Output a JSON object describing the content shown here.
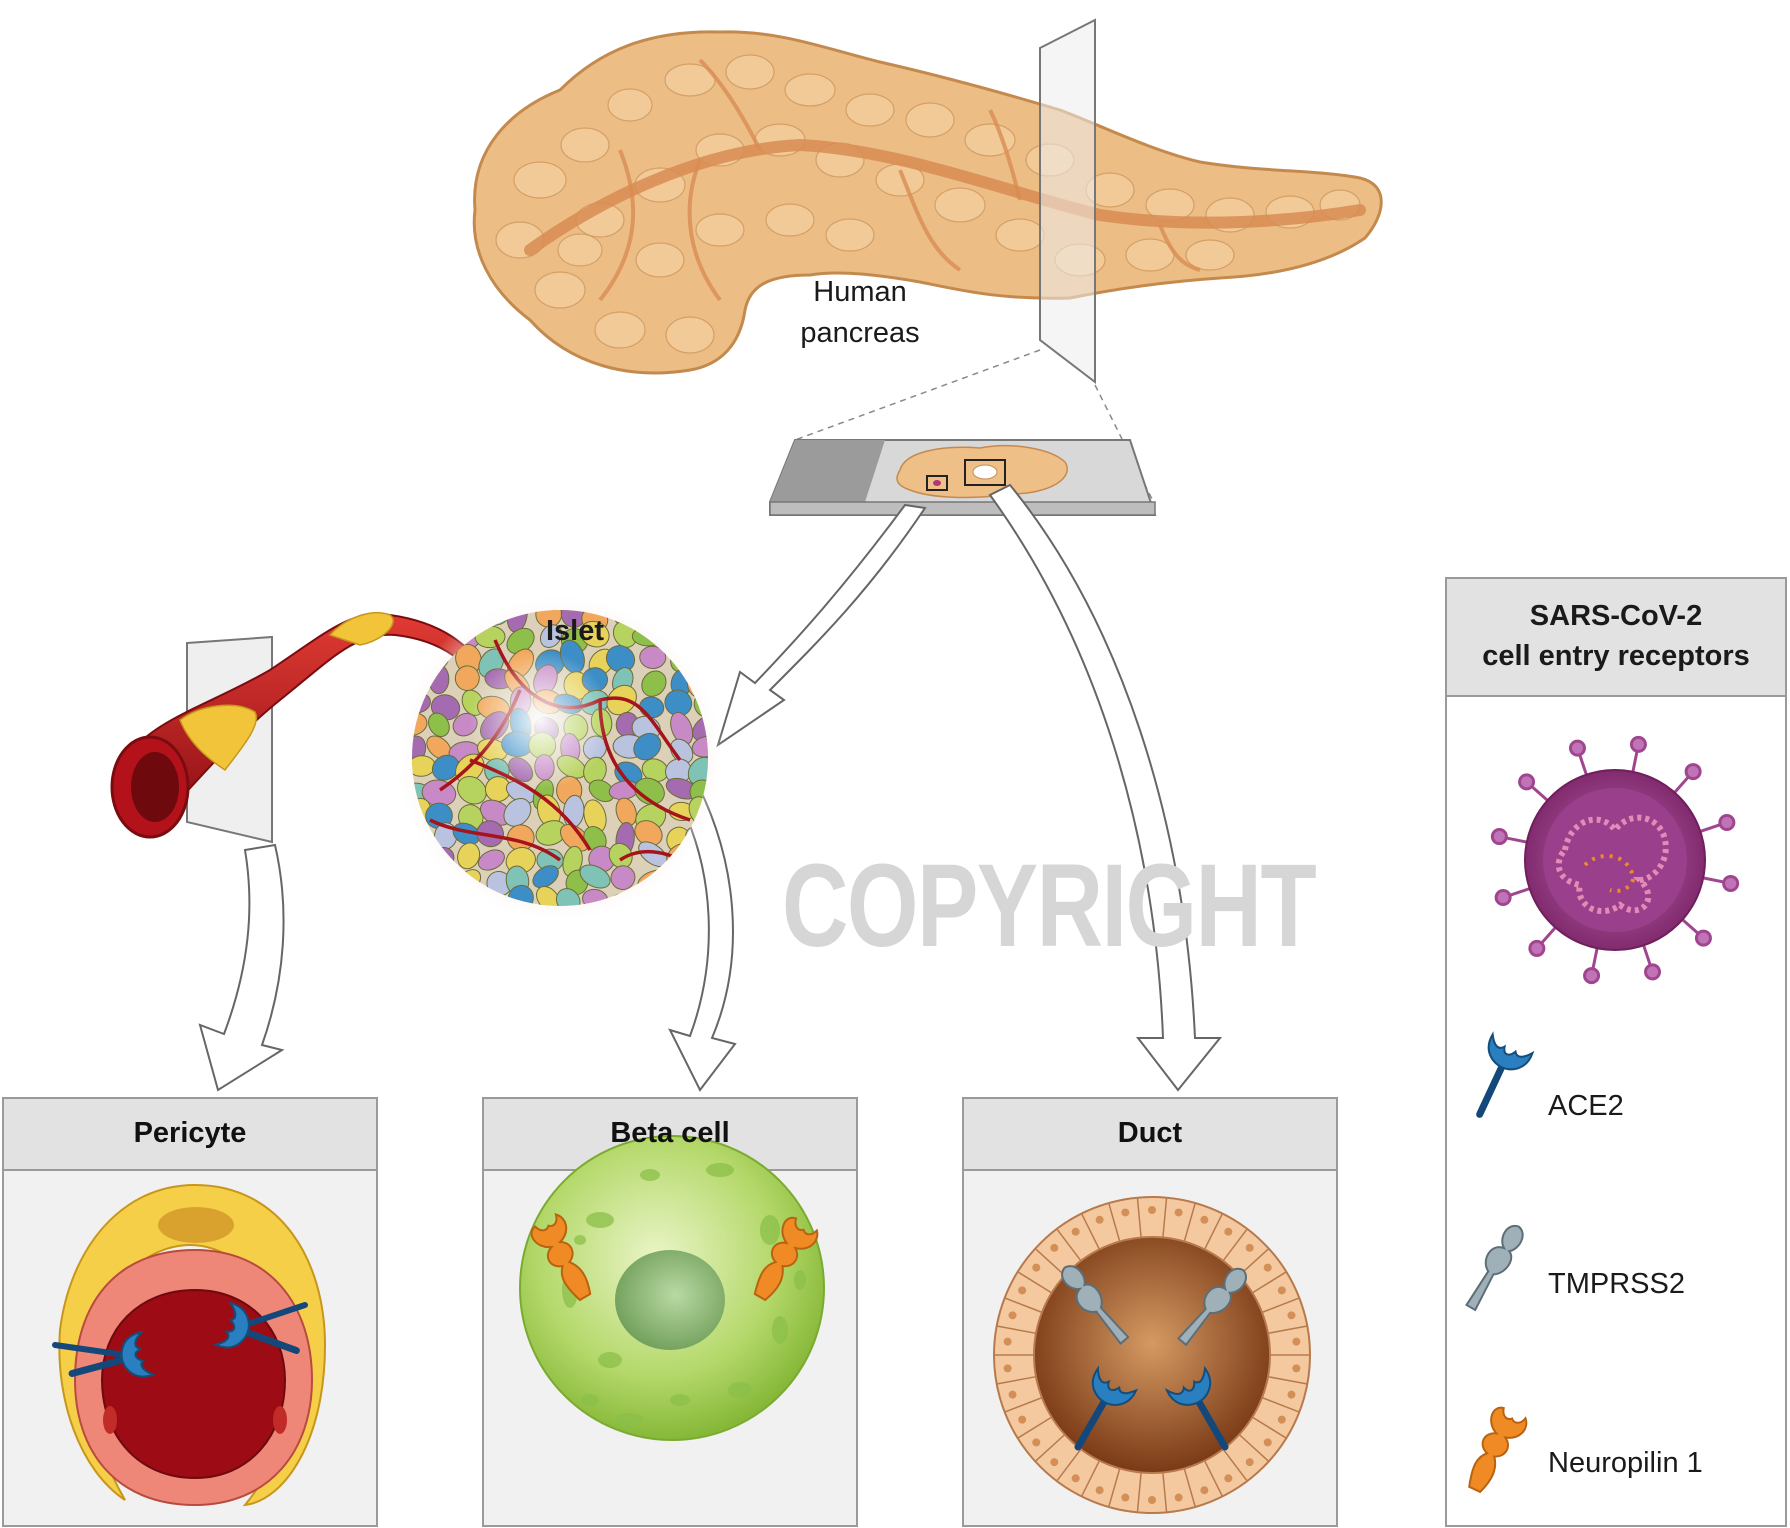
{
  "labels": {
    "organ": [
      "Human",
      "pancreas"
    ],
    "islet": "Islet",
    "watermark": "COPYRIGHT"
  },
  "panels": [
    {
      "id": "pericyte",
      "title": "Pericyte"
    },
    {
      "id": "beta",
      "title": "Beta cell"
    },
    {
      "id": "duct",
      "title": "Duct"
    }
  ],
  "legend": {
    "title_lines": [
      "SARS-CoV-2",
      "cell entry receptors"
    ],
    "items": [
      {
        "label": "ACE2",
        "icon": "ace2-receptor-icon",
        "color": "#1f6fa8"
      },
      {
        "label": "TMPRSS2",
        "icon": "tmprss2-receptor-icon",
        "color": "#8fa3ad"
      },
      {
        "label": "Neuropilin 1",
        "icon": "neuropilin-receptor-icon",
        "color": "#f08a24"
      }
    ]
  },
  "colors": {
    "pancreas": "#e8b57c",
    "vessel": "#b3121b",
    "pericyte": "#f2c43a",
    "beta_cell": "#a9cf5a",
    "duct_lumen": "#9a4e22",
    "virus": "#8e2a78",
    "panel_header": "#e3e3e3",
    "panel_body": "#f2f2f2"
  }
}
